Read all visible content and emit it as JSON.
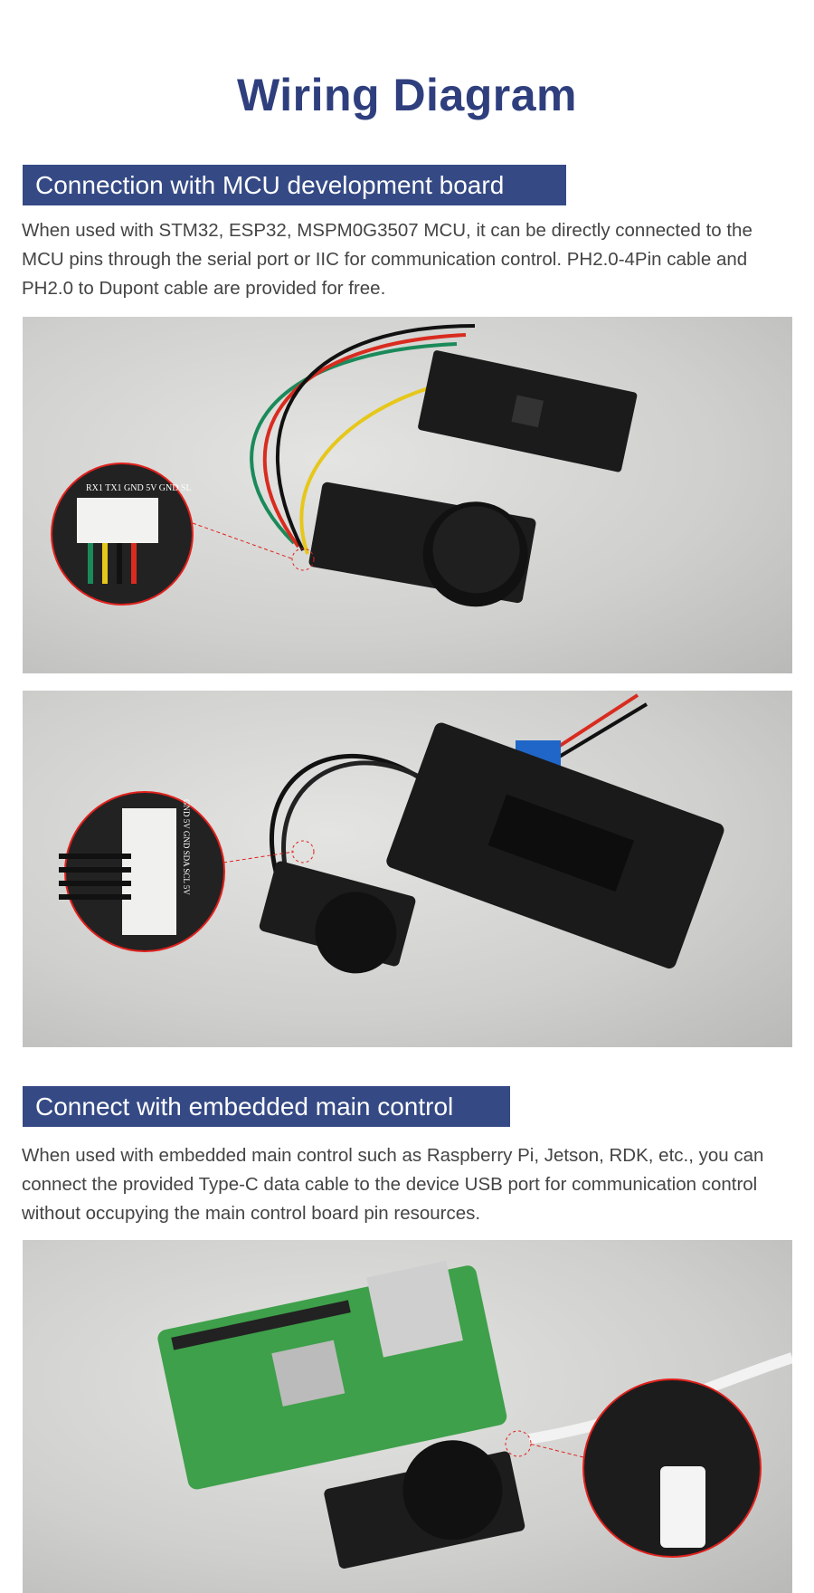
{
  "page": {
    "title": "Wiring Diagram"
  },
  "sections": [
    {
      "heading": "Connection with MCU development board",
      "text": "When used with STM32, ESP32, MSPM0G3507 MCU, it can be directly connected to the MCU pins through the serial port or IIC for communication control. PH2.0-4Pin cable and PH2.0 to Dupont cable are provided for free.",
      "photos": [
        {
          "inset_labels": "RX1 TX1 GND 5V   GND SL"
        },
        {
          "inset_labels": "GND 5V   GND SDA SCL 5V"
        }
      ]
    },
    {
      "heading": "Connect with embedded main control",
      "text": "When used with embedded main control such as Raspberry Pi, Jetson, RDK, etc., you can connect the provided Type-C data cable to the device USB port for communication control without occupying the main control board pin resources."
    }
  ],
  "colors": {
    "title": "#2f3f7e",
    "heading_bg": "#354a85",
    "callout": "#e0201c"
  }
}
